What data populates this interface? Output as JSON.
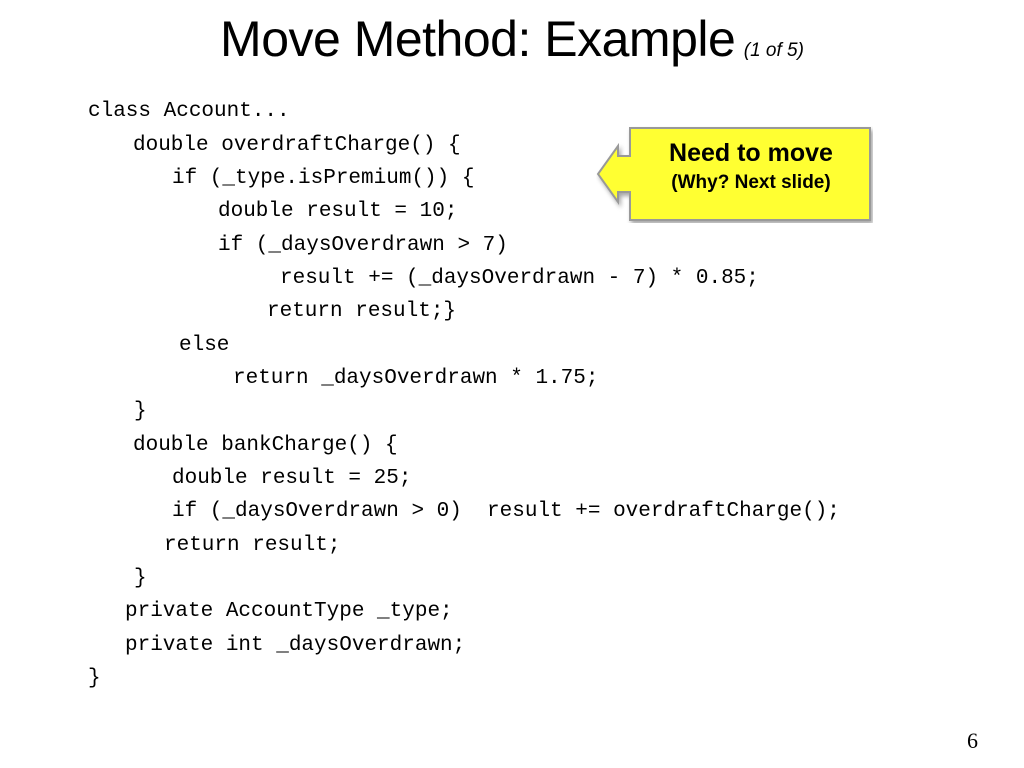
{
  "slide": {
    "title": "Move Method: Example",
    "title_suffix": "(1 of 5)",
    "page_number": "6"
  },
  "code": {
    "lines": [
      "class Account...",
      "double overdraftCharge() {",
      "if (_type.isPremium()) {",
      "double result = 10;",
      "if (_daysOverdrawn > 7)",
      "result += (_daysOverdrawn - 7) * 0.85;",
      "return result;}",
      "else",
      "return _daysOverdrawn * 1.75;",
      "}",
      "double bankCharge() {",
      "double result = 25;",
      "if (_daysOverdrawn > 0)  result += overdraftCharge();",
      "return result;",
      "}",
      "private AccountType _type;",
      "private int _daysOverdrawn;",
      "}"
    ]
  },
  "callout": {
    "line1": "Need to move",
    "line2": "(Why? Next slide)",
    "fill_color": "#ffff33",
    "border_color": "#999999"
  }
}
